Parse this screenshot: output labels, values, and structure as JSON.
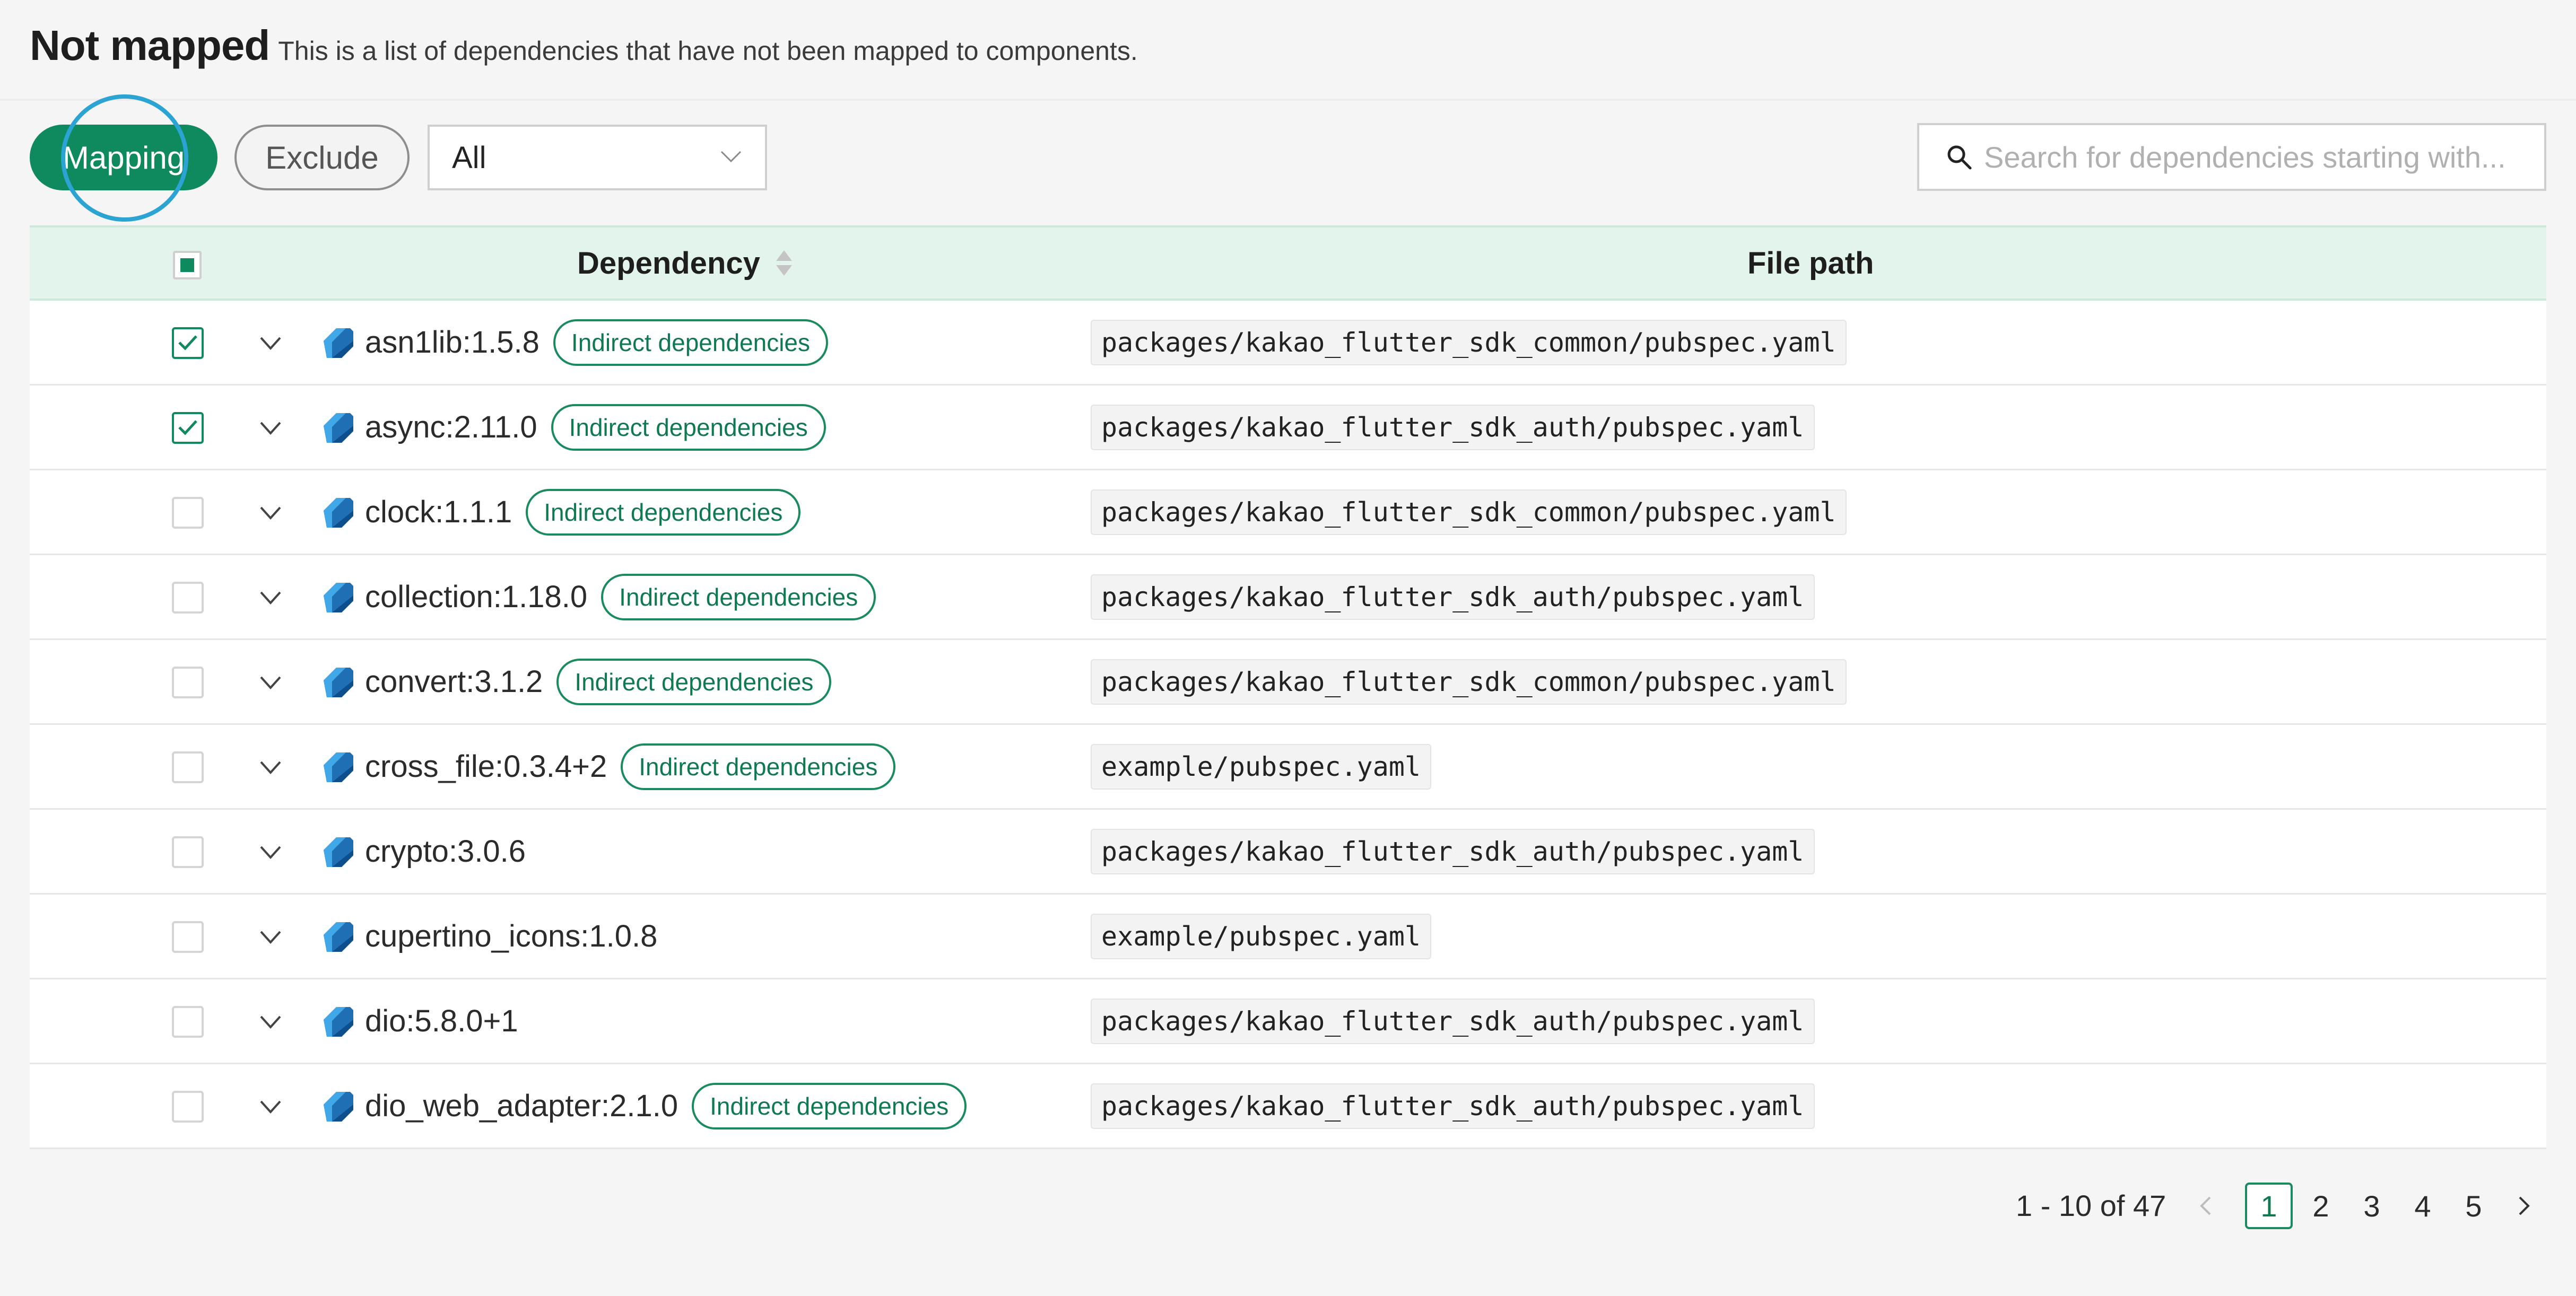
{
  "header": {
    "title": "Not mapped",
    "subtitle": "This is a list of dependencies that have not been mapped to components."
  },
  "toolbar": {
    "mapping_label": "Mapping",
    "exclude_label": "Exclude",
    "filter_selected": "All",
    "search_placeholder": "Search for dependencies starting with..."
  },
  "table": {
    "columns": {
      "dependency": "Dependency",
      "file_path": "File path"
    },
    "badge_label": "Indirect dependencies",
    "rows": [
      {
        "name": "asn1lib:1.5.8",
        "badge": "Indirect dependencies",
        "path": "packages/kakao_flutter_sdk_common/pubspec.yaml",
        "checked": true
      },
      {
        "name": "async:2.11.0",
        "badge": "Indirect dependencies",
        "path": "packages/kakao_flutter_sdk_auth/pubspec.yaml",
        "checked": true
      },
      {
        "name": "clock:1.1.1",
        "badge": "Indirect dependencies",
        "path": "packages/kakao_flutter_sdk_common/pubspec.yaml",
        "checked": false
      },
      {
        "name": "collection:1.18.0",
        "badge": "Indirect dependencies",
        "path": "packages/kakao_flutter_sdk_auth/pubspec.yaml",
        "checked": false
      },
      {
        "name": "convert:3.1.2",
        "badge": "Indirect dependencies",
        "path": "packages/kakao_flutter_sdk_common/pubspec.yaml",
        "checked": false
      },
      {
        "name": "cross_file:0.3.4+2",
        "badge": "Indirect dependencies",
        "path": "example/pubspec.yaml",
        "checked": false
      },
      {
        "name": "crypto:3.0.6",
        "badge": "",
        "path": "packages/kakao_flutter_sdk_auth/pubspec.yaml",
        "checked": false
      },
      {
        "name": "cupertino_icons:1.0.8",
        "badge": "",
        "path": "example/pubspec.yaml",
        "checked": false
      },
      {
        "name": "dio:5.8.0+1",
        "badge": "",
        "path": "packages/kakao_flutter_sdk_auth/pubspec.yaml",
        "checked": false
      },
      {
        "name": "dio_web_adapter:2.1.0",
        "badge": "Indirect dependencies",
        "path": "packages/kakao_flutter_sdk_auth/pubspec.yaml",
        "checked": false
      }
    ]
  },
  "pagination": {
    "range_text": "1 - 10 of 47",
    "pages": [
      "1",
      "2",
      "3",
      "4",
      "5"
    ],
    "current_page": "1"
  },
  "icons": {
    "package": "dart-icon",
    "expand": "chevron-down-icon",
    "search": "search-icon"
  },
  "colors": {
    "primary": "#0f8a5f",
    "header_row": "#e2f4ec",
    "focus_ring": "#2ba3d3"
  }
}
